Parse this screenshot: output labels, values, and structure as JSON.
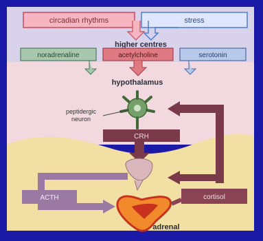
{
  "labels": {
    "circadian": "circadian rhythms",
    "stress": "stress",
    "higher_centres": "higher centres",
    "noradrenaline": "noradrenaline",
    "acetylcholine": "acetylcholine",
    "serotonin": "serotonin",
    "hypothalamus": "hypothalamus",
    "peptidergic_line1": "peptidergic",
    "peptidergic_line2": "neuron",
    "crh": "CRH",
    "acth": "ACTH",
    "cortisol": "cortisol",
    "adrenal": "adrenal"
  },
  "colors": {
    "frame_blue": "#1a1aa6",
    "pink_panel": "#f1d9df",
    "tan_body": "#f2dfa4",
    "arrow_brown": "#7a3a4a",
    "neuron_green": "#76a06a",
    "box_pink": "#f7b5c1",
    "box_blue_border": "#4a7fd0",
    "box_green": "#a9c6ae",
    "box_red": "#e07a82",
    "acth_purple": "#9a7aa2",
    "adrenal_orange": "#f08a2a",
    "adrenal_red": "#c8311e"
  }
}
